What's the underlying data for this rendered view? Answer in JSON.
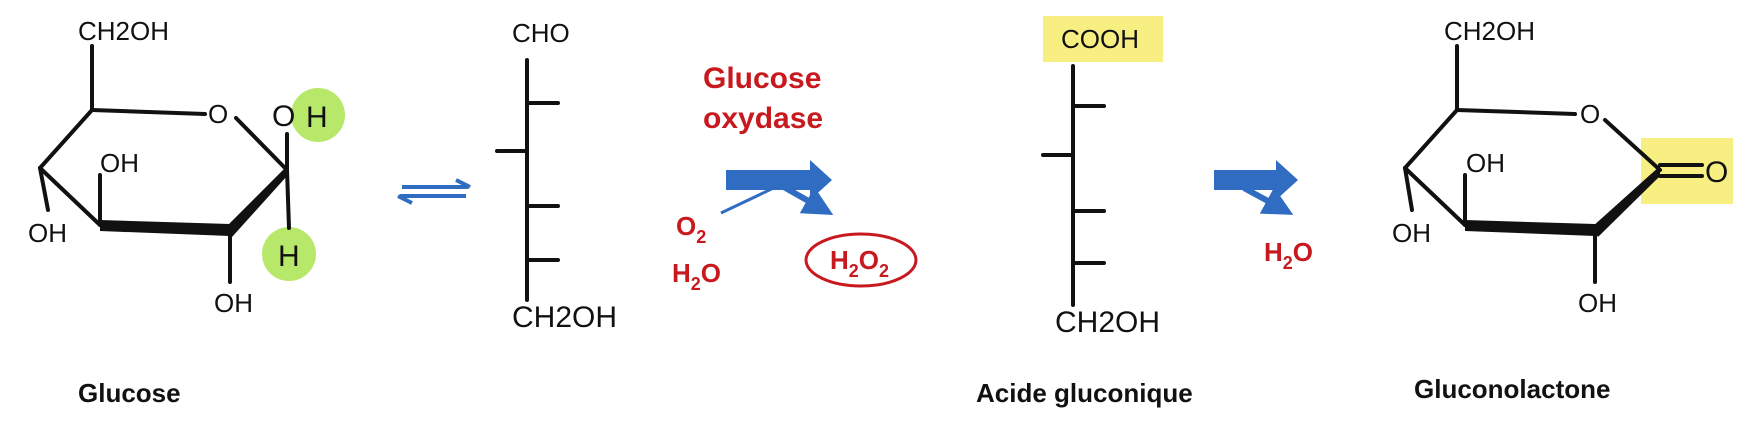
{
  "colors": {
    "accent_red": "#c8191f",
    "arrow_blue": "#2f6cc2",
    "highlight_green": "#b8e86a",
    "highlight_yellow": "#f8ef82"
  },
  "glucose": {
    "caption": "Glucose",
    "ch2oh": "CH2OH",
    "ring_o": "O",
    "anomeric_o": "O",
    "anomeric_h": "H",
    "c2_h": "H",
    "oh_c4_top": "OH",
    "oh_c3_left": "OH",
    "oh_c2_bottom": "OH"
  },
  "open_chain": {
    "top_group": "CHO",
    "bottom_group": "CH2OH"
  },
  "enzyme": {
    "line1": "Glucose",
    "line2": "oxydase",
    "reactant_o2_main": "O",
    "reactant_o2_sub": "2",
    "reactant_h2o_h": "H",
    "reactant_h2o_sub": "2",
    "reactant_h2o_o": "O",
    "product_h": "H",
    "product_h_sub": "2",
    "product_o": "O",
    "product_o_sub": "2"
  },
  "gluconic_acid": {
    "caption": "Acide gluconique",
    "top_group": "COOH",
    "bottom_group": "CH2OH"
  },
  "hydrolysis": {
    "h": "H",
    "sub": "2",
    "o": "O"
  },
  "gluconolactone": {
    "caption": "Gluconolactone",
    "ch2oh": "CH2OH",
    "ring_o": "O",
    "carbonyl_o": "O",
    "oh_c4_top": "OH",
    "oh_c3_left": "OH",
    "oh_c2_bottom": "OH"
  }
}
